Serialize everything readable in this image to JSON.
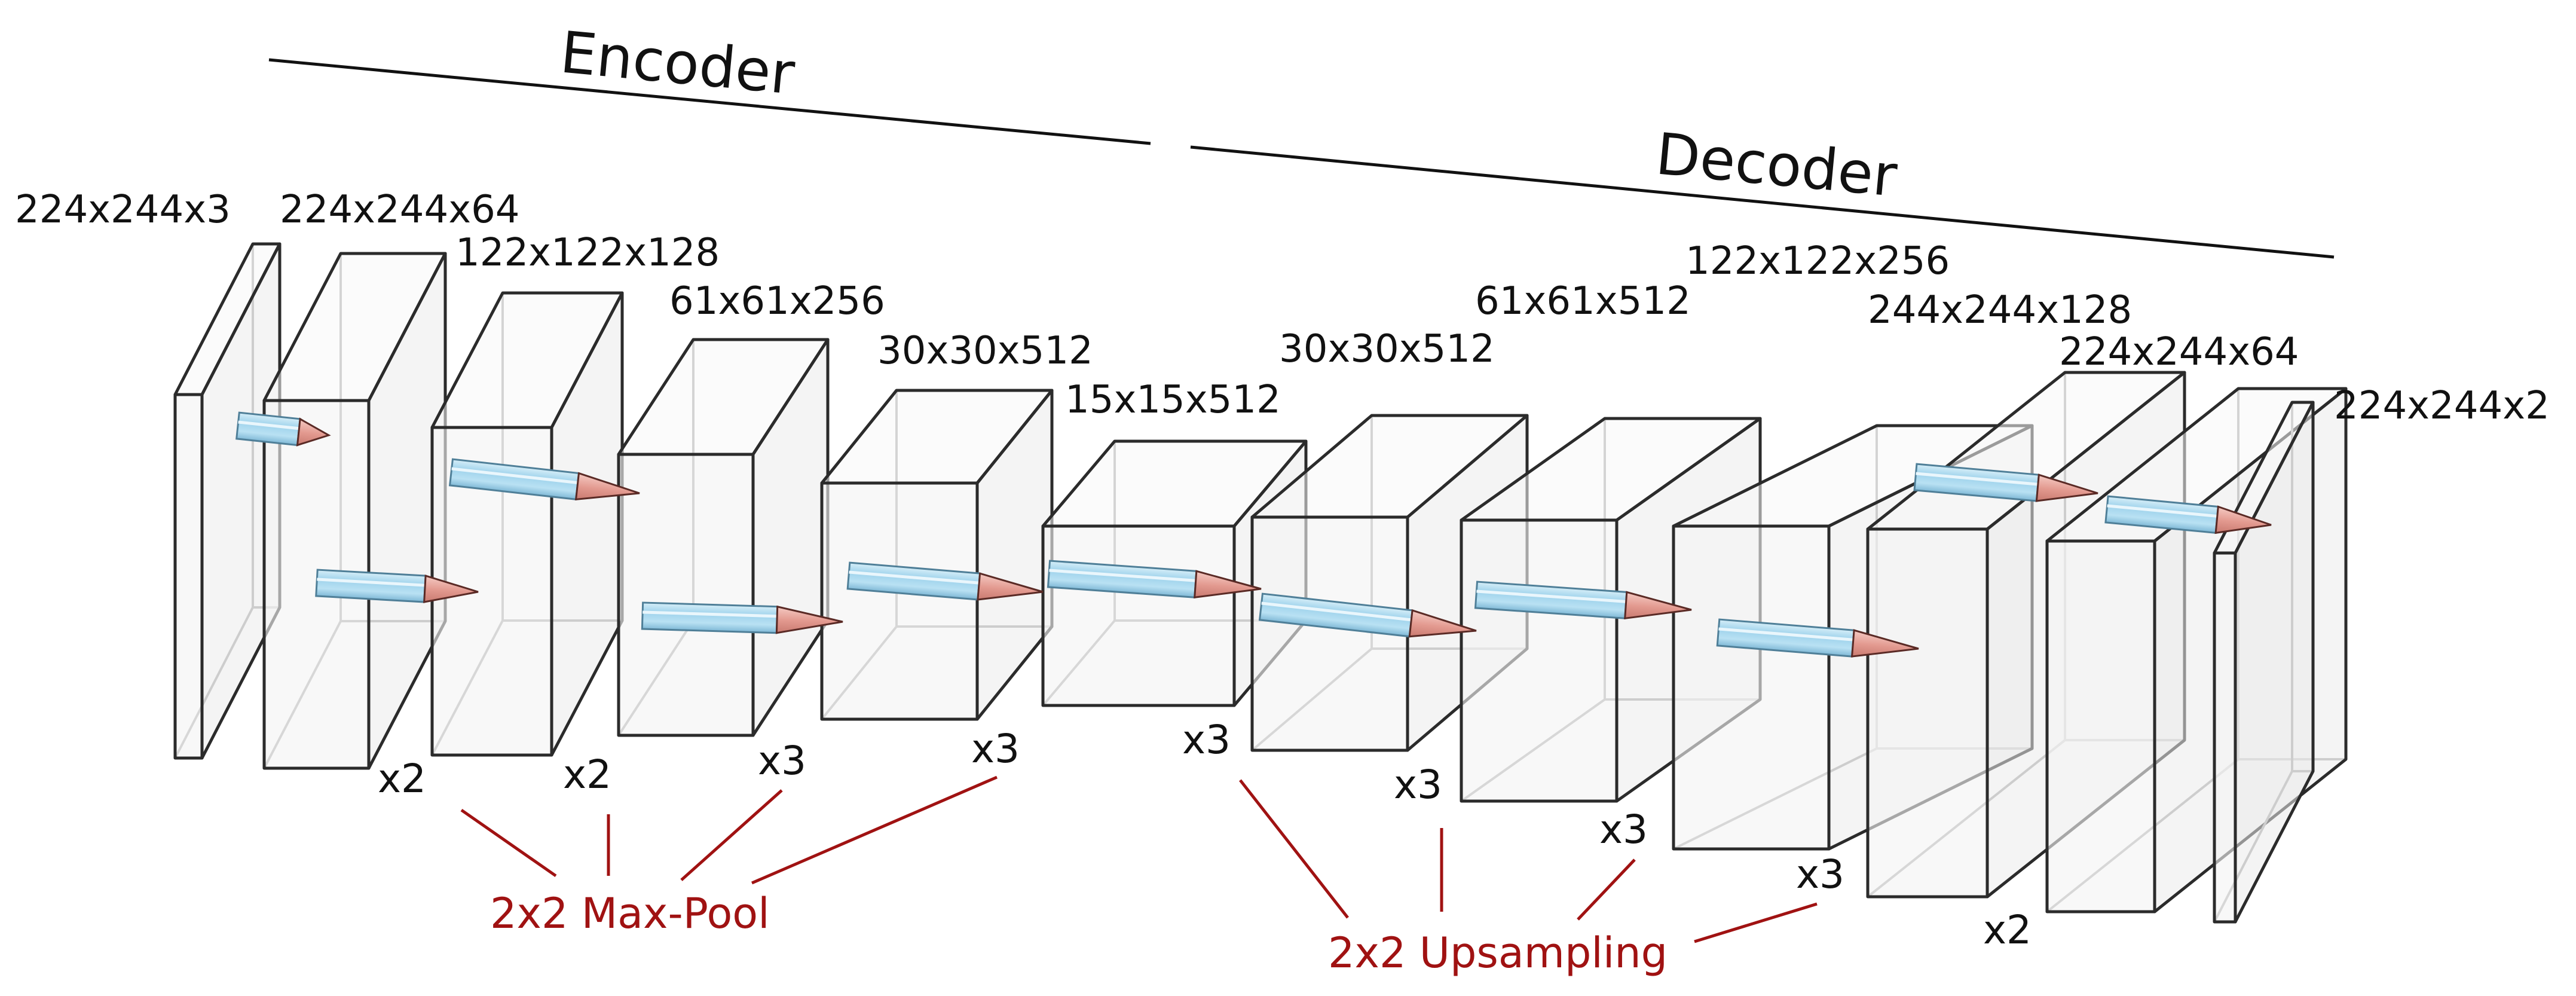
{
  "colors": {
    "accent": "#a01212",
    "arrow_body": "#a8d8ee",
    "arrow_tip": "#e8a8a0",
    "box_stroke": "#2b2b2b"
  },
  "headers": {
    "encoder": "Encoder",
    "decoder": "Decoder"
  },
  "layers": [
    {
      "label": "224x244x3"
    },
    {
      "label": "224x244x64"
    },
    {
      "label": "122x122x128"
    },
    {
      "label": "61x61x256"
    },
    {
      "label": "30x30x512"
    },
    {
      "label": "15x15x512"
    },
    {
      "label": "30x30x512"
    },
    {
      "label": "61x61x512"
    },
    {
      "label": "122x122x256"
    },
    {
      "label": "244x244x128"
    },
    {
      "label": "224x244x64"
    },
    {
      "label": "224x244x2"
    }
  ],
  "repeats": [
    "x2",
    "x2",
    "x3",
    "x3",
    "x3",
    "x3",
    "x3",
    "x3",
    "x2"
  ],
  "operations": {
    "maxpool": "2x2 Max-Pool",
    "upsampling": "2x2 Upsampling"
  }
}
